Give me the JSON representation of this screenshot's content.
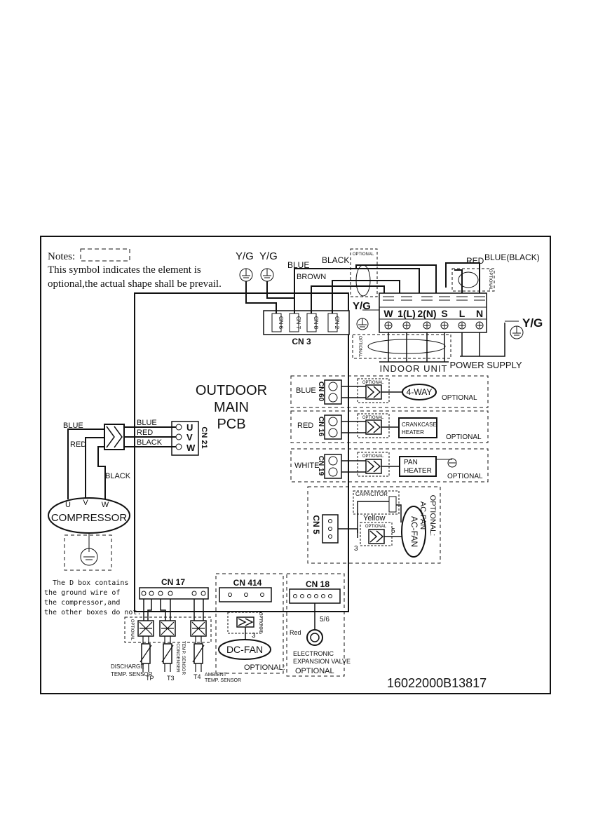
{
  "notes": {
    "heading": "Notes:",
    "line1": "This symbol indicates the element is",
    "line2": "optional,the actual shape shall be prevail."
  },
  "pcb": {
    "line1": "OUTDOOR",
    "line2": "MAIN",
    "line3": "PCB"
  },
  "cn3": {
    "label": "CN 3",
    "pins": [
      "CN 6",
      "CN 7",
      "CN 8",
      "CN 2"
    ]
  },
  "ground_label": "Y/G",
  "wires": {
    "blue": "BLUE",
    "black": "BLACK",
    "brown": "BROWN",
    "red": "RED",
    "blue_black": "BLUE(BLACK)",
    "white": "WHITE",
    "yellow": "Yellow"
  },
  "terminal": {
    "labels": [
      "W",
      "1(L)",
      "2(N)",
      "S",
      "L",
      "N"
    ],
    "indoor": "INDOOR  UNIT",
    "power": "POWER SUPPLY"
  },
  "optional": {
    "small": "OPTIONAL",
    "large": "OPTIONAL",
    "mixed": "OPTIONAL:"
  },
  "cn60": {
    "label": "CN 60",
    "device": "4-WAY"
  },
  "cn16": {
    "label": "CN 16",
    "device1": "CRANKCASE",
    "device2": "HEATER"
  },
  "cn19": {
    "label": "CN 19",
    "device1": "PAN",
    "device2": "HEATER"
  },
  "cn5": {
    "label": "CN 5",
    "capacitor": "CAPACITOR",
    "acfan_opt1": "OPTIONAL:",
    "acfan_opt2": "AC-FAN",
    "acfan": "AC-FAN",
    "num5": "5",
    "num3": "3"
  },
  "cn21": {
    "label": "CN 21",
    "pins": [
      "U",
      "V",
      "W"
    ]
  },
  "compressor": {
    "label": "COMPRESSOR",
    "u": "U",
    "v": "V",
    "w": "W"
  },
  "dbox_note": [
    "The D box contains",
    "the ground wire of",
    "the compressor,and",
    "the other boxes do not."
  ],
  "cn17": {
    "label": "CN 17"
  },
  "cn414": {
    "label": "CN 414",
    "fan": "DC-FAN",
    "num": "3"
  },
  "cn18": {
    "label": "CN 18",
    "num": "5/6",
    "red": "Red",
    "valve1": "ELECTRONIC",
    "valve2": "EXPANSION VALVE"
  },
  "sensors": {
    "disch1": "DISCHARGE",
    "disch2": "TEMP. SENSOR",
    "tp": "TP",
    "t3": "T3",
    "t4": "T4",
    "cond1": "CONDENSER",
    "cond2": "TEMP. SENSOR",
    "amb1": "AMBIENT",
    "amb2": "TEMP. SENSOR"
  },
  "part_number": "16022000B13817"
}
